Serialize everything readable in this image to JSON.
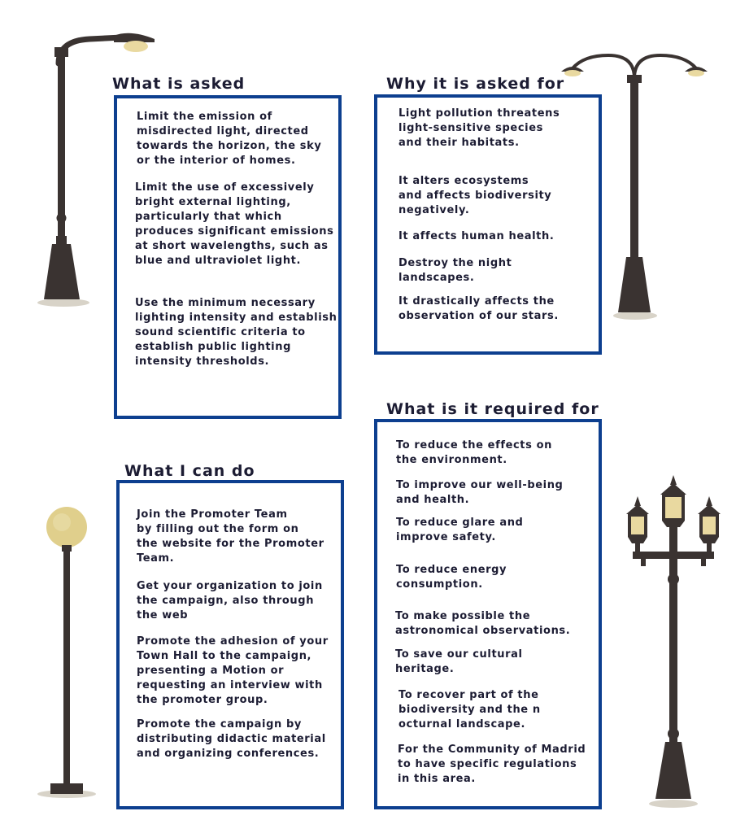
{
  "asked": {
    "title": "What is asked",
    "items": [
      "Limit the emission of\nmisdirected light, directed\ntowards the horizon, the sky\nor the interior of homes.",
      "Limit the use of excessively\nbright external lighting,\nparticularly that which\nproduces significant emissions\nat short wavelengths, such as\nblue and ultraviolet light.",
      "Use the minimum necessary\nlighting intensity and establish\nsound scientific criteria to\nestablish public lighting\nintensity thresholds."
    ]
  },
  "why": {
    "title": "Why it is asked for",
    "items": [
      "Light pollution threatens\nlight-sensitive species\nand their habitats.",
      "It alters ecosystems\nand affects biodiversity\nnegatively.",
      "It affects human health.",
      "Destroy the night\nlandscapes.",
      "It drastically affects the\nobservation of our stars."
    ]
  },
  "can_do": {
    "title": "What I can do",
    "items": [
      "Join the Promoter Team\nby filling out the form on\nthe website for the Promoter\nTeam.",
      "Get your organization to join\nthe campaign, also through\nthe web",
      "Promote the adhesion of your\nTown Hall to the campaign,\npresenting a Motion or\nrequesting an interview with\nthe promoter group.",
      "Promote the campaign by\ndistributing didactic material\nand organizing conferences."
    ]
  },
  "required": {
    "title": "What is it required for",
    "items": [
      "To reduce the effects on\nthe environment.",
      "To improve our well-being\nand health.",
      "To reduce glare and\nimprove safety.",
      "To reduce energy\nconsumption.",
      "To make possible the\n astronomical observations.",
      "To save our cultural\nheritage.",
      "To recover part of the\nbiodiversity and the n\nocturnal landscape.",
      "For the Community of Madrid\nto have specific regulations\nin this area."
    ]
  },
  "colors": {
    "box_border": "#0d3f8f",
    "heading_text": "#1c1c33",
    "lamp_post": "#3a3331",
    "lamp_light": "#e9d9a0"
  }
}
